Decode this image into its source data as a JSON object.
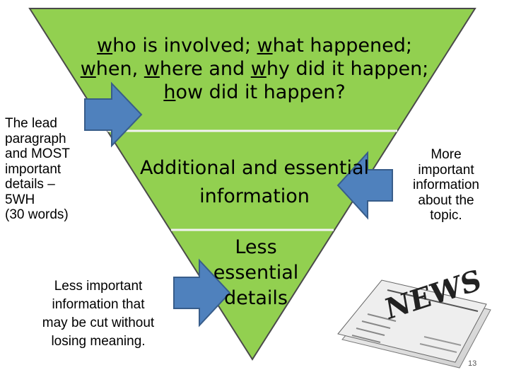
{
  "diagram": {
    "colors": {
      "triangle_fill": "#92d050",
      "triangle_stroke": "#4a4a4a",
      "arrow_fill": "#4f81bd",
      "arrow_stroke": "#385d8a"
    },
    "tiers": [
      {
        "lines": [
          {
            "first_letter": "w",
            "rest": "ho is involved; ",
            "first_letter2": "w",
            "rest2": "hat happened;"
          },
          {
            "first_letter": "w",
            "rest": "hen, ",
            "first_letter2": "w",
            "rest2": "here and ",
            "first_letter3": "w",
            "rest3": "hy did it happen;"
          },
          {
            "first_letter": "h",
            "rest": "ow did it happen?"
          }
        ]
      },
      {
        "line1": "Additional and essential",
        "line2": "information"
      },
      {
        "line1": "Less",
        "line2": "essential",
        "line3": "details"
      }
    ],
    "labels": {
      "lead": [
        "The lead",
        "paragraph",
        "and MOST",
        "important",
        "details –",
        "5WH",
        "(30 words)"
      ],
      "more": [
        "More",
        "important",
        "information",
        "about the",
        "topic."
      ],
      "less": [
        "Less important",
        "information that",
        "may be cut without",
        "losing meaning."
      ]
    },
    "newspaper_icon": "newspaper-icon",
    "newspaper_text": "NEWS",
    "page_number": "13"
  }
}
